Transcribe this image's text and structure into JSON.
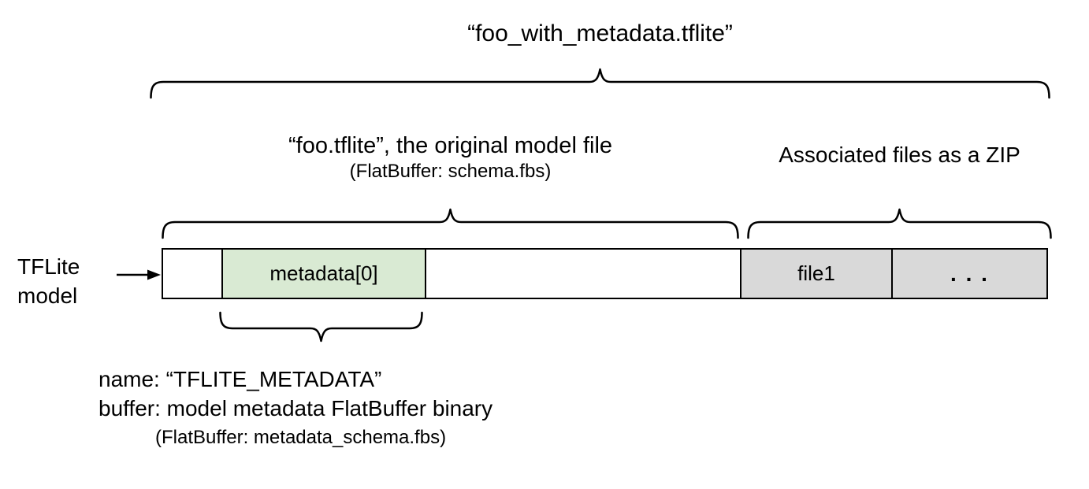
{
  "diagram": {
    "title": "“foo_with_metadata.tflite”",
    "model_file": {
      "line1": "“foo.tflite”, the original model file",
      "line2": "(FlatBuffer: schema.fbs)"
    },
    "zip_label": "Associated files as a ZIP",
    "side_label": {
      "line1": "TFLite",
      "line2": "model"
    },
    "bar_segments": [
      {
        "name": "leading-empty",
        "label": ""
      },
      {
        "name": "metadata-0",
        "label": "metadata[0]"
      },
      {
        "name": "model-body",
        "label": ""
      },
      {
        "name": "file1",
        "label": "file1"
      },
      {
        "name": "more-files",
        "label": ". . ."
      }
    ],
    "metadata_note": {
      "line1": "name: “TFLITE_METADATA”",
      "line2": "buffer: model metadata FlatBuffer binary",
      "line3": "(FlatBuffer: metadata_schema.fbs)"
    },
    "colors": {
      "metadata_fill": "#d9ead3",
      "file_fill": "#d9d9d9",
      "stroke": "#000000",
      "text": "#000000"
    }
  }
}
